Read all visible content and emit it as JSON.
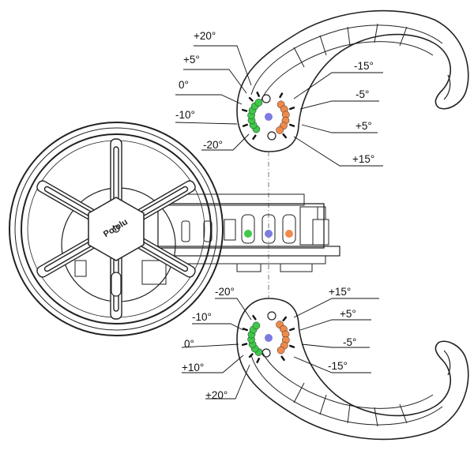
{
  "colors": {
    "green": "#3fc84a",
    "orange": "#f08a4b",
    "blue": "#7b7be0",
    "ink": "#222222",
    "light": "#f3f3f3"
  },
  "hub_logo": "Pololu",
  "top_bracket": {
    "left_angles": [
      "+20°",
      "+5°",
      "0°",
      "-10°",
      "-20°"
    ],
    "right_angles": [
      "-15°",
      "-5°",
      "+5°",
      "+15°"
    ]
  },
  "bottom_bracket": {
    "left_angles": [
      "-20°",
      "-10°",
      "0°",
      "+10°",
      "+20°"
    ],
    "right_angles": [
      "+15°",
      "+5°",
      "-5°",
      "-15°"
    ]
  }
}
